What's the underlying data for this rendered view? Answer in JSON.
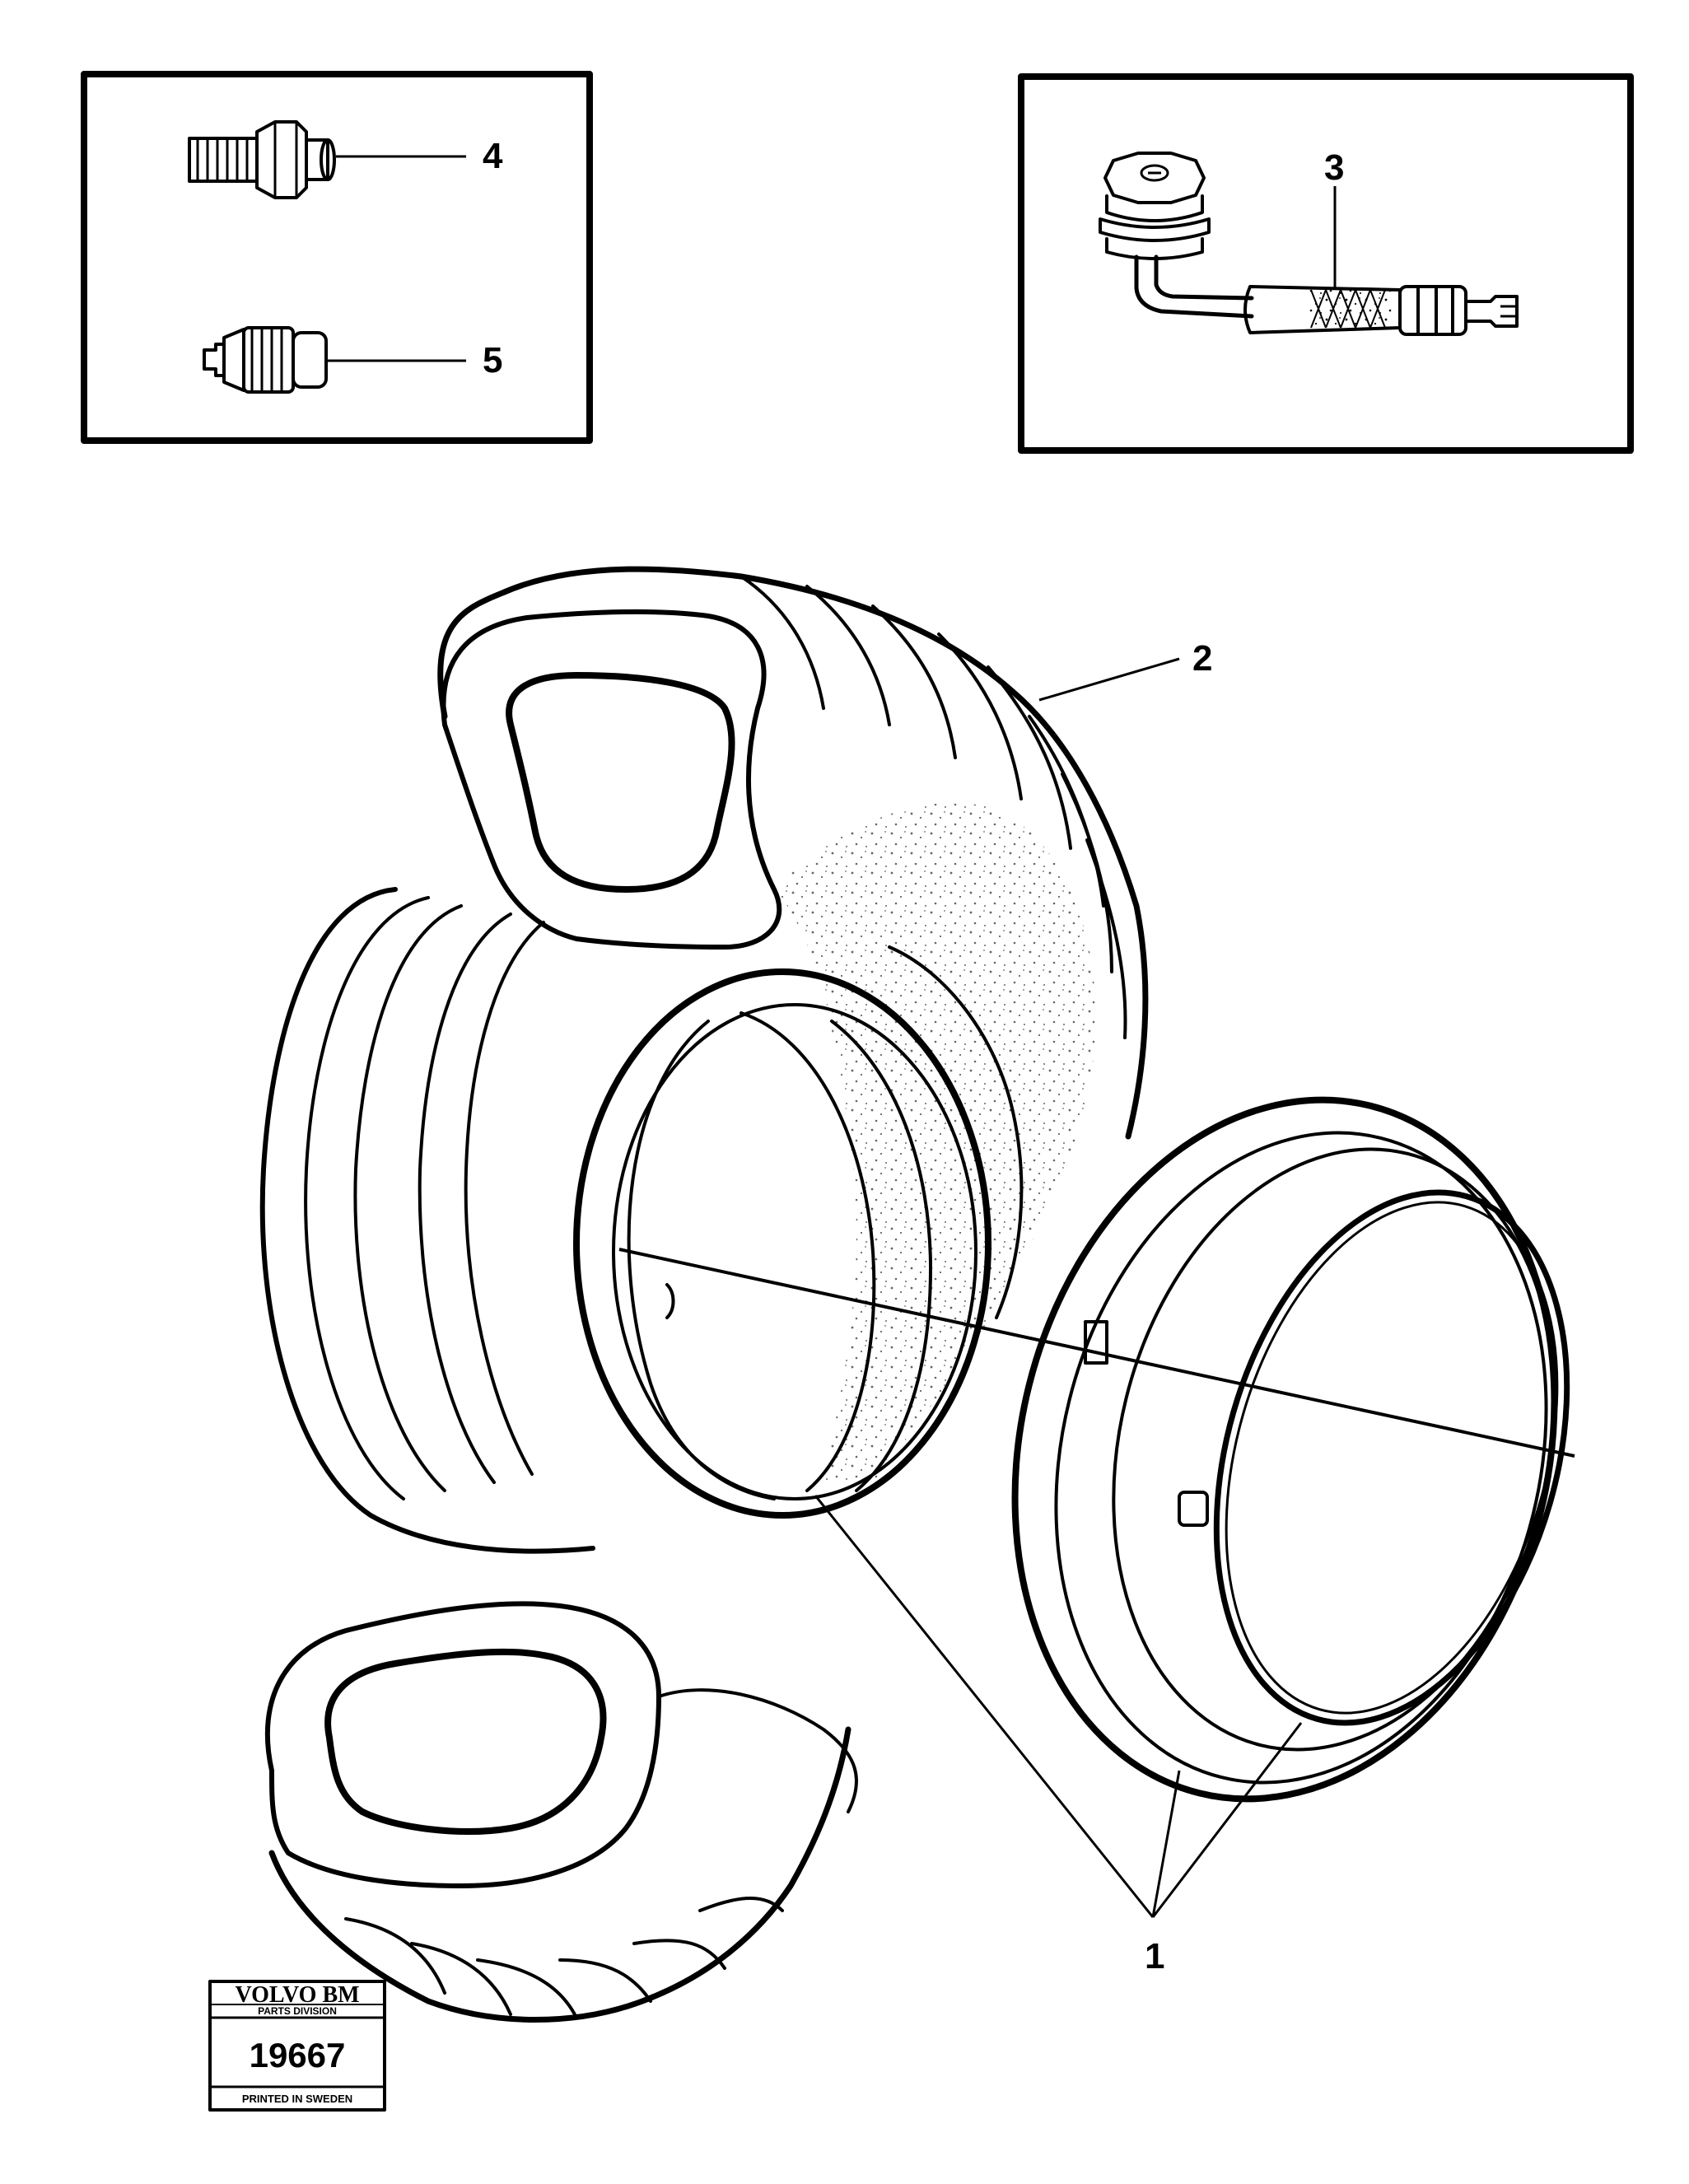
{
  "callouts": {
    "part_1": "1",
    "part_2": "2",
    "part_3": "3",
    "part_4": "4",
    "part_5": "5"
  },
  "stamp": {
    "brand": "VOLVO BM",
    "division": "PARTS DIVISION",
    "number": "19667",
    "printed": "PRINTED IN SWEDEN"
  },
  "colors": {
    "ink": "#000000",
    "paper": "#ffffff"
  }
}
